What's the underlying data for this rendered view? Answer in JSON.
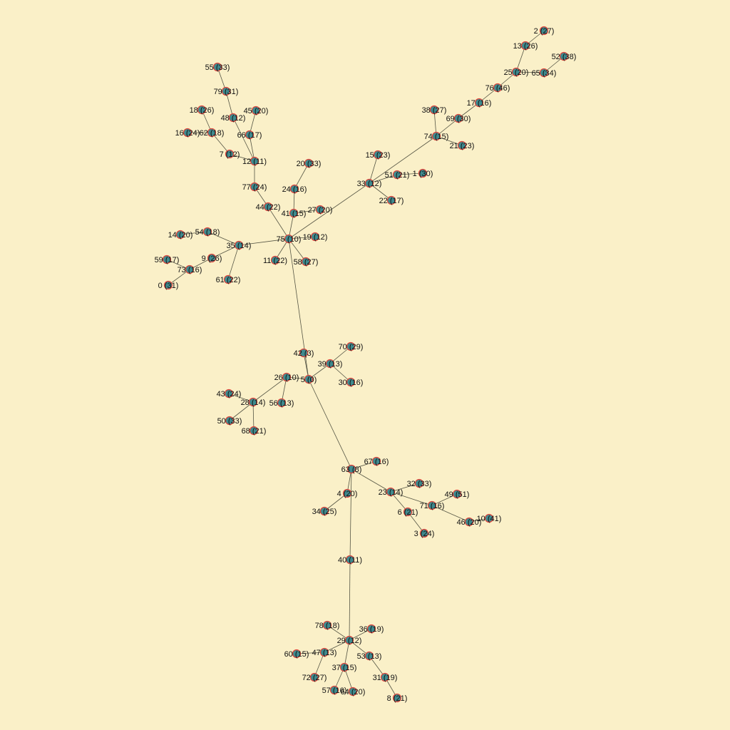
{
  "graph": {
    "colors": {
      "background": "#faf0c8",
      "node_fill": "#3f8a8e",
      "node_stroke": "#e0443a",
      "edge": "#555544",
      "label": "#111111"
    },
    "nodes": [
      {
        "id": 0,
        "label": "0 (31)"
      },
      {
        "id": 1,
        "label": "1 (30)"
      },
      {
        "id": 2,
        "label": "2 (27)"
      },
      {
        "id": 3,
        "label": "3 (24)"
      },
      {
        "id": 4,
        "label": "4 (20)"
      },
      {
        "id": 5,
        "label": "5 (0)"
      },
      {
        "id": 6,
        "label": "6 (21)"
      },
      {
        "id": 7,
        "label": "7 (12)"
      },
      {
        "id": 8,
        "label": "8 (21)"
      },
      {
        "id": 9,
        "label": "9 (26)"
      },
      {
        "id": 10,
        "label": "10 (41)"
      },
      {
        "id": 11,
        "label": "11 (22)"
      },
      {
        "id": 12,
        "label": "12 (11)"
      },
      {
        "id": 13,
        "label": "13 (26)"
      },
      {
        "id": 14,
        "label": "14 (20)"
      },
      {
        "id": 15,
        "label": "15 (23)"
      },
      {
        "id": 16,
        "label": "16 (24)"
      },
      {
        "id": 17,
        "label": "17 (16)"
      },
      {
        "id": 18,
        "label": "18 (26)"
      },
      {
        "id": 19,
        "label": "19 (12)"
      },
      {
        "id": 20,
        "label": "20 (33)"
      },
      {
        "id": 21,
        "label": "21 (23)"
      },
      {
        "id": 22,
        "label": "22 (17)"
      },
      {
        "id": 23,
        "label": "23 (14)"
      },
      {
        "id": 24,
        "label": "24 (16)"
      },
      {
        "id": 25,
        "label": "25 (20)"
      },
      {
        "id": 26,
        "label": "26 (10)"
      },
      {
        "id": 27,
        "label": "27 (20)"
      },
      {
        "id": 28,
        "label": "28 (14)"
      },
      {
        "id": 29,
        "label": "29 (12)"
      },
      {
        "id": 30,
        "label": "30 (16)"
      },
      {
        "id": 31,
        "label": "31 (19)"
      },
      {
        "id": 32,
        "label": "32 (33)"
      },
      {
        "id": 33,
        "label": "33 (12)"
      },
      {
        "id": 34,
        "label": "34 (25)"
      },
      {
        "id": 35,
        "label": "35 (14)"
      },
      {
        "id": 36,
        "label": "36 (19)"
      },
      {
        "id": 37,
        "label": "37 (15)"
      },
      {
        "id": 38,
        "label": "38 (27)"
      },
      {
        "id": 39,
        "label": "39 (13)"
      },
      {
        "id": 40,
        "label": "40 (11)"
      },
      {
        "id": 41,
        "label": "41 (15)"
      },
      {
        "id": 42,
        "label": "42 (3)"
      },
      {
        "id": 43,
        "label": "43 (24)"
      },
      {
        "id": 44,
        "label": "44 (22)"
      },
      {
        "id": 45,
        "label": "45 (20)"
      },
      {
        "id": 46,
        "label": "46 (20)"
      },
      {
        "id": 47,
        "label": "47 (13)"
      },
      {
        "id": 48,
        "label": "48 (12)"
      },
      {
        "id": 49,
        "label": "49 (51)"
      },
      {
        "id": 50,
        "label": "50 (33)"
      },
      {
        "id": 51,
        "label": "51 (21)"
      },
      {
        "id": 52,
        "label": "52 (38)"
      },
      {
        "id": 53,
        "label": "53 (13)"
      },
      {
        "id": 54,
        "label": "54 (18)"
      },
      {
        "id": 55,
        "label": "55 (33)"
      },
      {
        "id": 56,
        "label": "56 (13)"
      },
      {
        "id": 57,
        "label": "57 (16)"
      },
      {
        "id": 58,
        "label": "58 (27)"
      },
      {
        "id": 59,
        "label": "59 (17)"
      },
      {
        "id": 60,
        "label": "60 (15)"
      },
      {
        "id": 61,
        "label": "61 (22)"
      },
      {
        "id": 62,
        "label": "62 (18)"
      },
      {
        "id": 63,
        "label": "63 (8)"
      },
      {
        "id": 64,
        "label": "64 (20)"
      },
      {
        "id": 65,
        "label": "65 (34)"
      },
      {
        "id": 66,
        "label": "66 (17)"
      },
      {
        "id": 67,
        "label": "67 (16)"
      },
      {
        "id": 68,
        "label": "68 (21)"
      },
      {
        "id": 69,
        "label": "69 (30)"
      },
      {
        "id": 70,
        "label": "70 (29)"
      },
      {
        "id": 71,
        "label": "71 (16)"
      },
      {
        "id": 72,
        "label": "72 (27)"
      },
      {
        "id": 73,
        "label": "73 (16)"
      },
      {
        "id": 74,
        "label": "74 (15)"
      },
      {
        "id": 75,
        "label": "75 (10)"
      },
      {
        "id": 76,
        "label": "76 (46)"
      },
      {
        "id": 77,
        "label": "77 (24)"
      },
      {
        "id": 78,
        "label": "78 (18)"
      },
      {
        "id": 79,
        "label": "79 (31)"
      }
    ],
    "edges": [
      [
        5,
        42
      ],
      [
        5,
        75
      ],
      [
        5,
        63
      ],
      [
        5,
        39
      ],
      [
        5,
        26
      ],
      [
        39,
        70
      ],
      [
        39,
        30
      ],
      [
        26,
        56
      ],
      [
        26,
        28
      ],
      [
        28,
        43
      ],
      [
        28,
        50
      ],
      [
        28,
        68
      ],
      [
        75,
        41
      ],
      [
        75,
        19
      ],
      [
        75,
        58
      ],
      [
        75,
        11
      ],
      [
        75,
        35
      ],
      [
        75,
        33
      ],
      [
        75,
        44
      ],
      [
        41,
        24
      ],
      [
        41,
        27
      ],
      [
        24,
        20
      ],
      [
        44,
        77
      ],
      [
        77,
        12
      ],
      [
        12,
        66
      ],
      [
        12,
        7
      ],
      [
        12,
        48
      ],
      [
        66,
        45
      ],
      [
        7,
        62
      ],
      [
        62,
        16
      ],
      [
        62,
        18
      ],
      [
        48,
        79
      ],
      [
        79,
        55
      ],
      [
        35,
        54
      ],
      [
        35,
        61
      ],
      [
        35,
        9
      ],
      [
        54,
        14
      ],
      [
        9,
        73
      ],
      [
        73,
        59
      ],
      [
        73,
        0
      ],
      [
        33,
        15
      ],
      [
        33,
        51
      ],
      [
        33,
        22
      ],
      [
        33,
        74
      ],
      [
        51,
        1
      ],
      [
        74,
        38
      ],
      [
        74,
        21
      ],
      [
        74,
        69
      ],
      [
        69,
        17
      ],
      [
        17,
        76
      ],
      [
        76,
        25
      ],
      [
        25,
        13
      ],
      [
        25,
        65
      ],
      [
        13,
        2
      ],
      [
        65,
        52
      ],
      [
        63,
        67
      ],
      [
        63,
        4
      ],
      [
        63,
        23
      ],
      [
        63,
        40
      ],
      [
        4,
        34
      ],
      [
        23,
        32
      ],
      [
        23,
        6
      ],
      [
        23,
        71
      ],
      [
        6,
        3
      ],
      [
        71,
        49
      ],
      [
        71,
        46
      ],
      [
        46,
        10
      ],
      [
        40,
        29
      ],
      [
        29,
        78
      ],
      [
        29,
        36
      ],
      [
        29,
        47
      ],
      [
        29,
        53
      ],
      [
        29,
        37
      ],
      [
        47,
        60
      ],
      [
        47,
        72
      ],
      [
        37,
        57
      ],
      [
        37,
        64
      ],
      [
        53,
        31
      ],
      [
        31,
        8
      ]
    ]
  }
}
